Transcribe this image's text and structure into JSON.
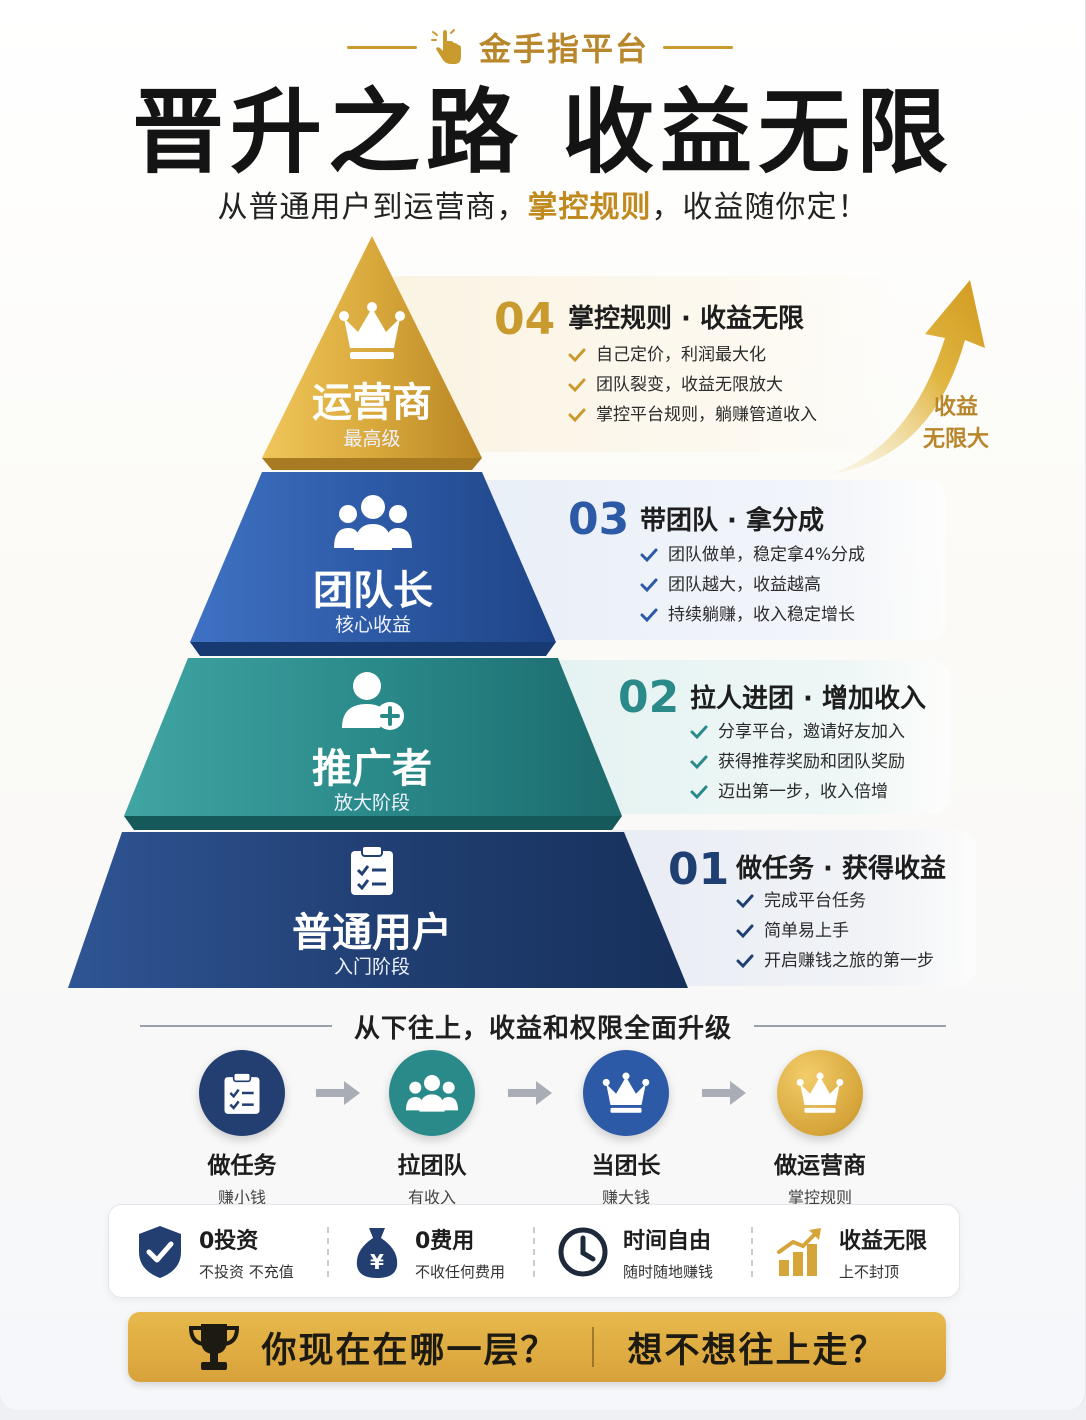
{
  "header": {
    "brand": "金手指平台",
    "title": "晋升之路  收益无限",
    "subtitle_a": "从普通用户到运营商，",
    "subtitle_highlight": "掌控规则",
    "subtitle_b": "，收益随你定！"
  },
  "pyramid": [
    {
      "label": "运营商",
      "sub": "最高级",
      "icon": "crown-icon",
      "color": "#d6a53a"
    },
    {
      "label": "团队长",
      "sub": "核心收益",
      "icon": "team-icon",
      "color": "#2d5aa6"
    },
    {
      "label": "推广者",
      "sub": "放大阶段",
      "icon": "add-user-icon",
      "color": "#2a8a8a"
    },
    {
      "label": "普通用户",
      "sub": "入门阶段",
      "icon": "clipboard-icon",
      "color": "#1f3f73"
    }
  ],
  "cards": [
    {
      "num": "04",
      "title": "掌控规则 · 收益无限",
      "items": [
        "自己定价，利润最大化",
        "团队裂变，收益无限放大",
        "掌控平台规则，躺赚管道收入"
      ]
    },
    {
      "num": "03",
      "title": "带团队 · 拿分成",
      "items": [
        "团队做单，稳定拿4%分成",
        "团队越大，收益越高",
        "持续躺赚，收入稳定增长"
      ]
    },
    {
      "num": "02",
      "title": "拉人进团 · 增加收入",
      "items": [
        "分享平台，邀请好友加入",
        "获得推荐奖励和团队奖励",
        "迈出第一步，收入倍增"
      ]
    },
    {
      "num": "01",
      "title": "做任务 · 获得收益",
      "items": [
        "完成平台任务",
        "简单易上手",
        "开启赚钱之旅的第一步"
      ]
    }
  ],
  "arrow_label": {
    "line1": "收益",
    "line2": "无限大"
  },
  "progression": {
    "title": "从下往上，收益和权限全面升级",
    "steps": [
      {
        "label": "做任务",
        "sub": "赚小钱"
      },
      {
        "label": "拉团队",
        "sub": "有收入"
      },
      {
        "label": "当团长",
        "sub": "赚大钱"
      },
      {
        "label": "做运营商",
        "sub": "掌控规则"
      }
    ]
  },
  "features": [
    {
      "title": "0投资",
      "sub": "不投资 不充值",
      "icon": "shield-check-icon"
    },
    {
      "title": "0费用",
      "sub": "不收任何费用",
      "icon": "money-bag-icon"
    },
    {
      "title": "时间自由",
      "sub": "随时随地赚钱",
      "icon": "clock-icon"
    },
    {
      "title": "收益无限",
      "sub": "上不封顶",
      "icon": "growth-chart-icon"
    }
  ],
  "banner": {
    "q1": "你现在在哪一层？",
    "q2": "想不想往上走？"
  },
  "colors": {
    "gold": "#c99a2e",
    "blue": "#2d5aa6",
    "teal": "#2a8a8a",
    "navy": "#1f3f73"
  }
}
